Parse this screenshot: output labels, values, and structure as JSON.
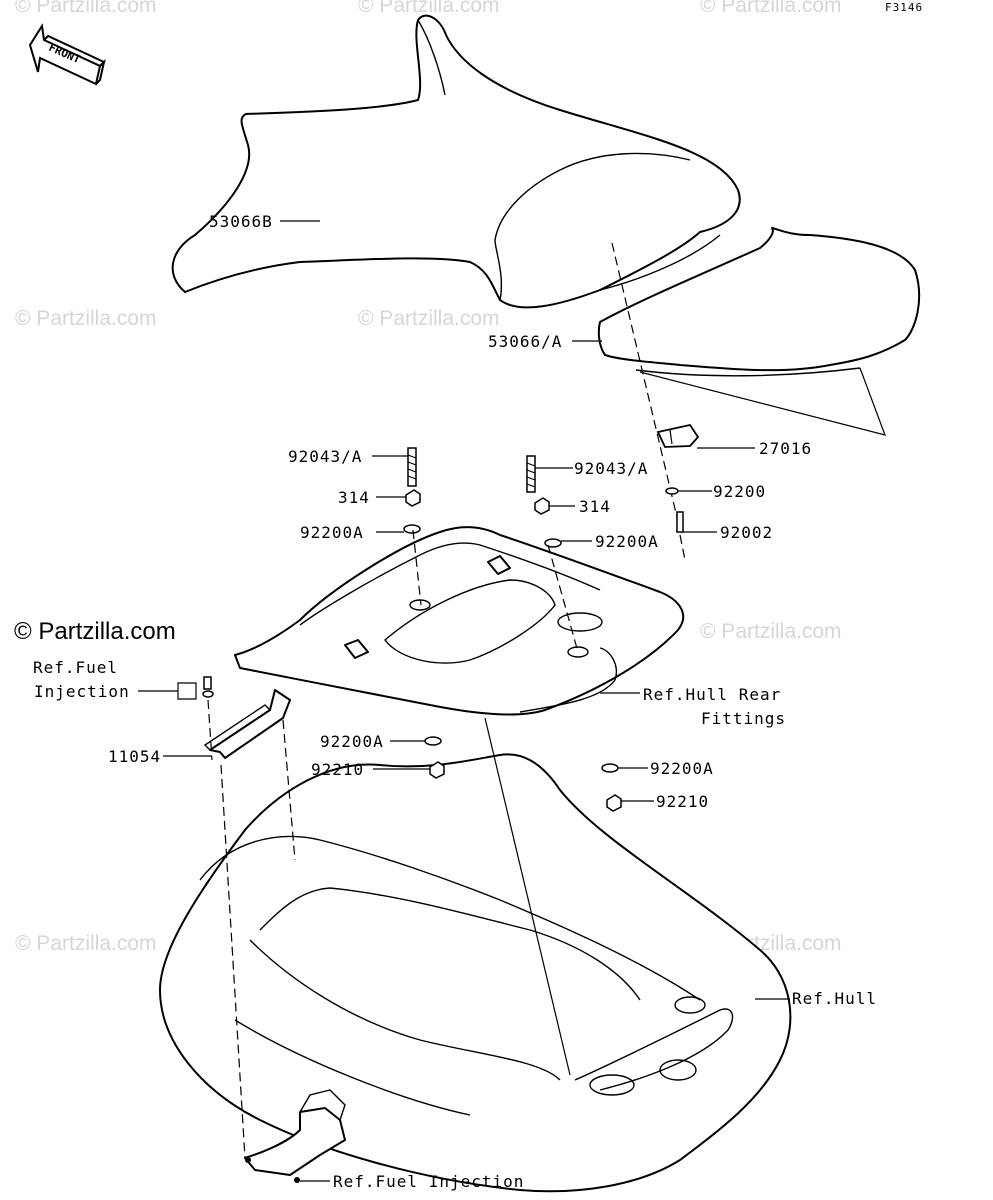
{
  "figure_code": "F3146",
  "front_indicator": "FRONT",
  "brand": "© Partzilla.com",
  "watermark": "© Partzilla.com",
  "labels": {
    "seat_front": "53066B",
    "seat_rear": "53066/A",
    "stopper": "27016",
    "bolt_left": "92043/A",
    "bolt_right": "92043/A",
    "nut_left": "314",
    "nut_right": "314",
    "washer_left_top": "92200A",
    "washer_right_top": "92200A",
    "washer_small": "92200",
    "screw": "92002",
    "ref_fuel_1": "Ref.Fuel",
    "ref_fuel_2": "Injection",
    "bracket": "11054",
    "ref_hull_rear_1": "Ref.Hull Rear",
    "ref_hull_rear_2": "Fittings",
    "washer_left_bottom": "92200A",
    "nut_left_bottom": "92210",
    "washer_right_bottom": "92200A",
    "nut_right_bottom": "92210",
    "ref_hull": "Ref.Hull",
    "ref_fuel_bottom": "Ref.Fuel Injection"
  }
}
